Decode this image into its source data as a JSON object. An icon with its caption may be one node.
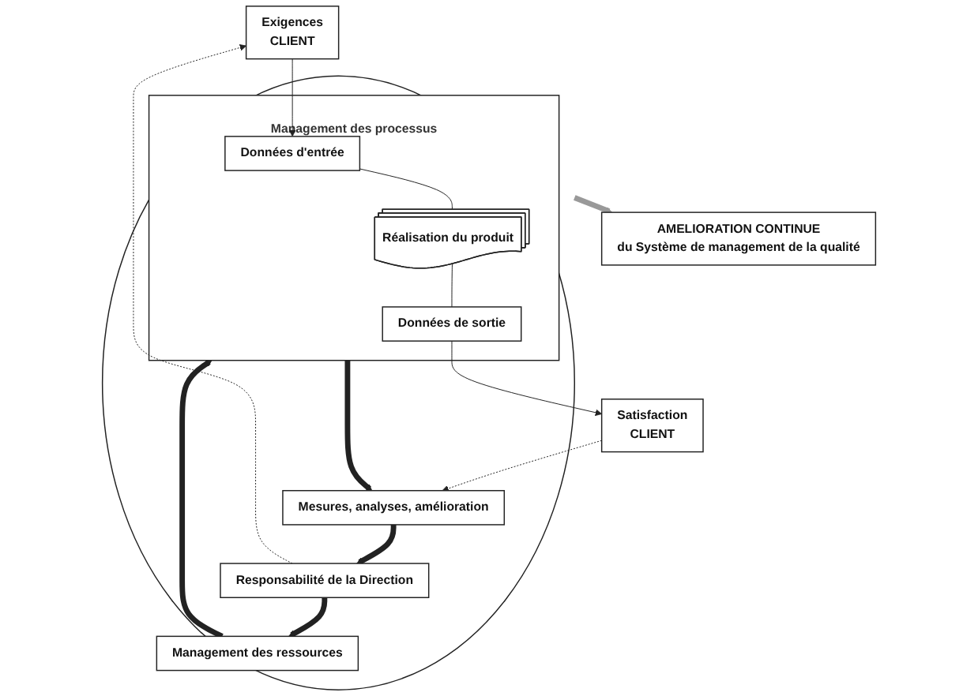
{
  "diagram": {
    "nodes": [
      {
        "text": [
          "AMELIORATION CONTINUE",
          "du Système de management de la qualité"
        ]
      },
      {
        "text": [
          "Exigences",
          "CLIENT"
        ]
      },
      {
        "text": [],
        "shape": "circle"
      },
      {
        "text": [
          "Responsabilité de la Direction"
        ],
        "in": 2
      },
      {
        "text": [
          "Management des ressources"
        ],
        "in": 2
      },
      {
        "text": [
          "Mesures, analyses, amélioration"
        ],
        "in": 2
      },
      {
        "text": [
          "Management des processus"
        ],
        "in": 2
      },
      {
        "text": [
          "Données d'entrée"
        ],
        "in": 6
      },
      {
        "text": [
          "Réalisation du produit"
        ],
        "in": 6
      },
      {
        "text": [
          "Données de sortie"
        ],
        "in": 6
      },
      {
        "text": [
          "Satisfaction",
          "CLIENT"
        ]
      }
    ],
    "edges": [
      {
        "from": 3,
        "to": 1,
        "arrow": "to",
        "style": "dashed"
      },
      {
        "from": 10,
        "to": 5,
        "arrow": "to",
        "style": "dashed"
      },
      {
        "from": 3,
        "to": 4,
        "arrow": "to",
        "style": "thick"
      },
      {
        "from": 4,
        "to": 6,
        "arrow": "to",
        "style": "thick"
      },
      {
        "from": 6,
        "to": 5,
        "arrow": "to",
        "style": "thick"
      },
      {
        "from": 5,
        "to": 3,
        "arrow": "to",
        "style": "thick"
      },
      {
        "from": 1,
        "to": 7,
        "arrow": "to"
      },
      {
        "from": 7,
        "to": 8,
        "arrow": "none"
      },
      {
        "from": 8,
        "to": 9,
        "arrow": "none"
      },
      {
        "from": 9,
        "to": 10,
        "arrow": "to"
      },
      {
        "from": 2,
        "to": 0,
        "arrow": "to",
        "style": "thick",
        "color": "#999999"
      }
    ]
  }
}
